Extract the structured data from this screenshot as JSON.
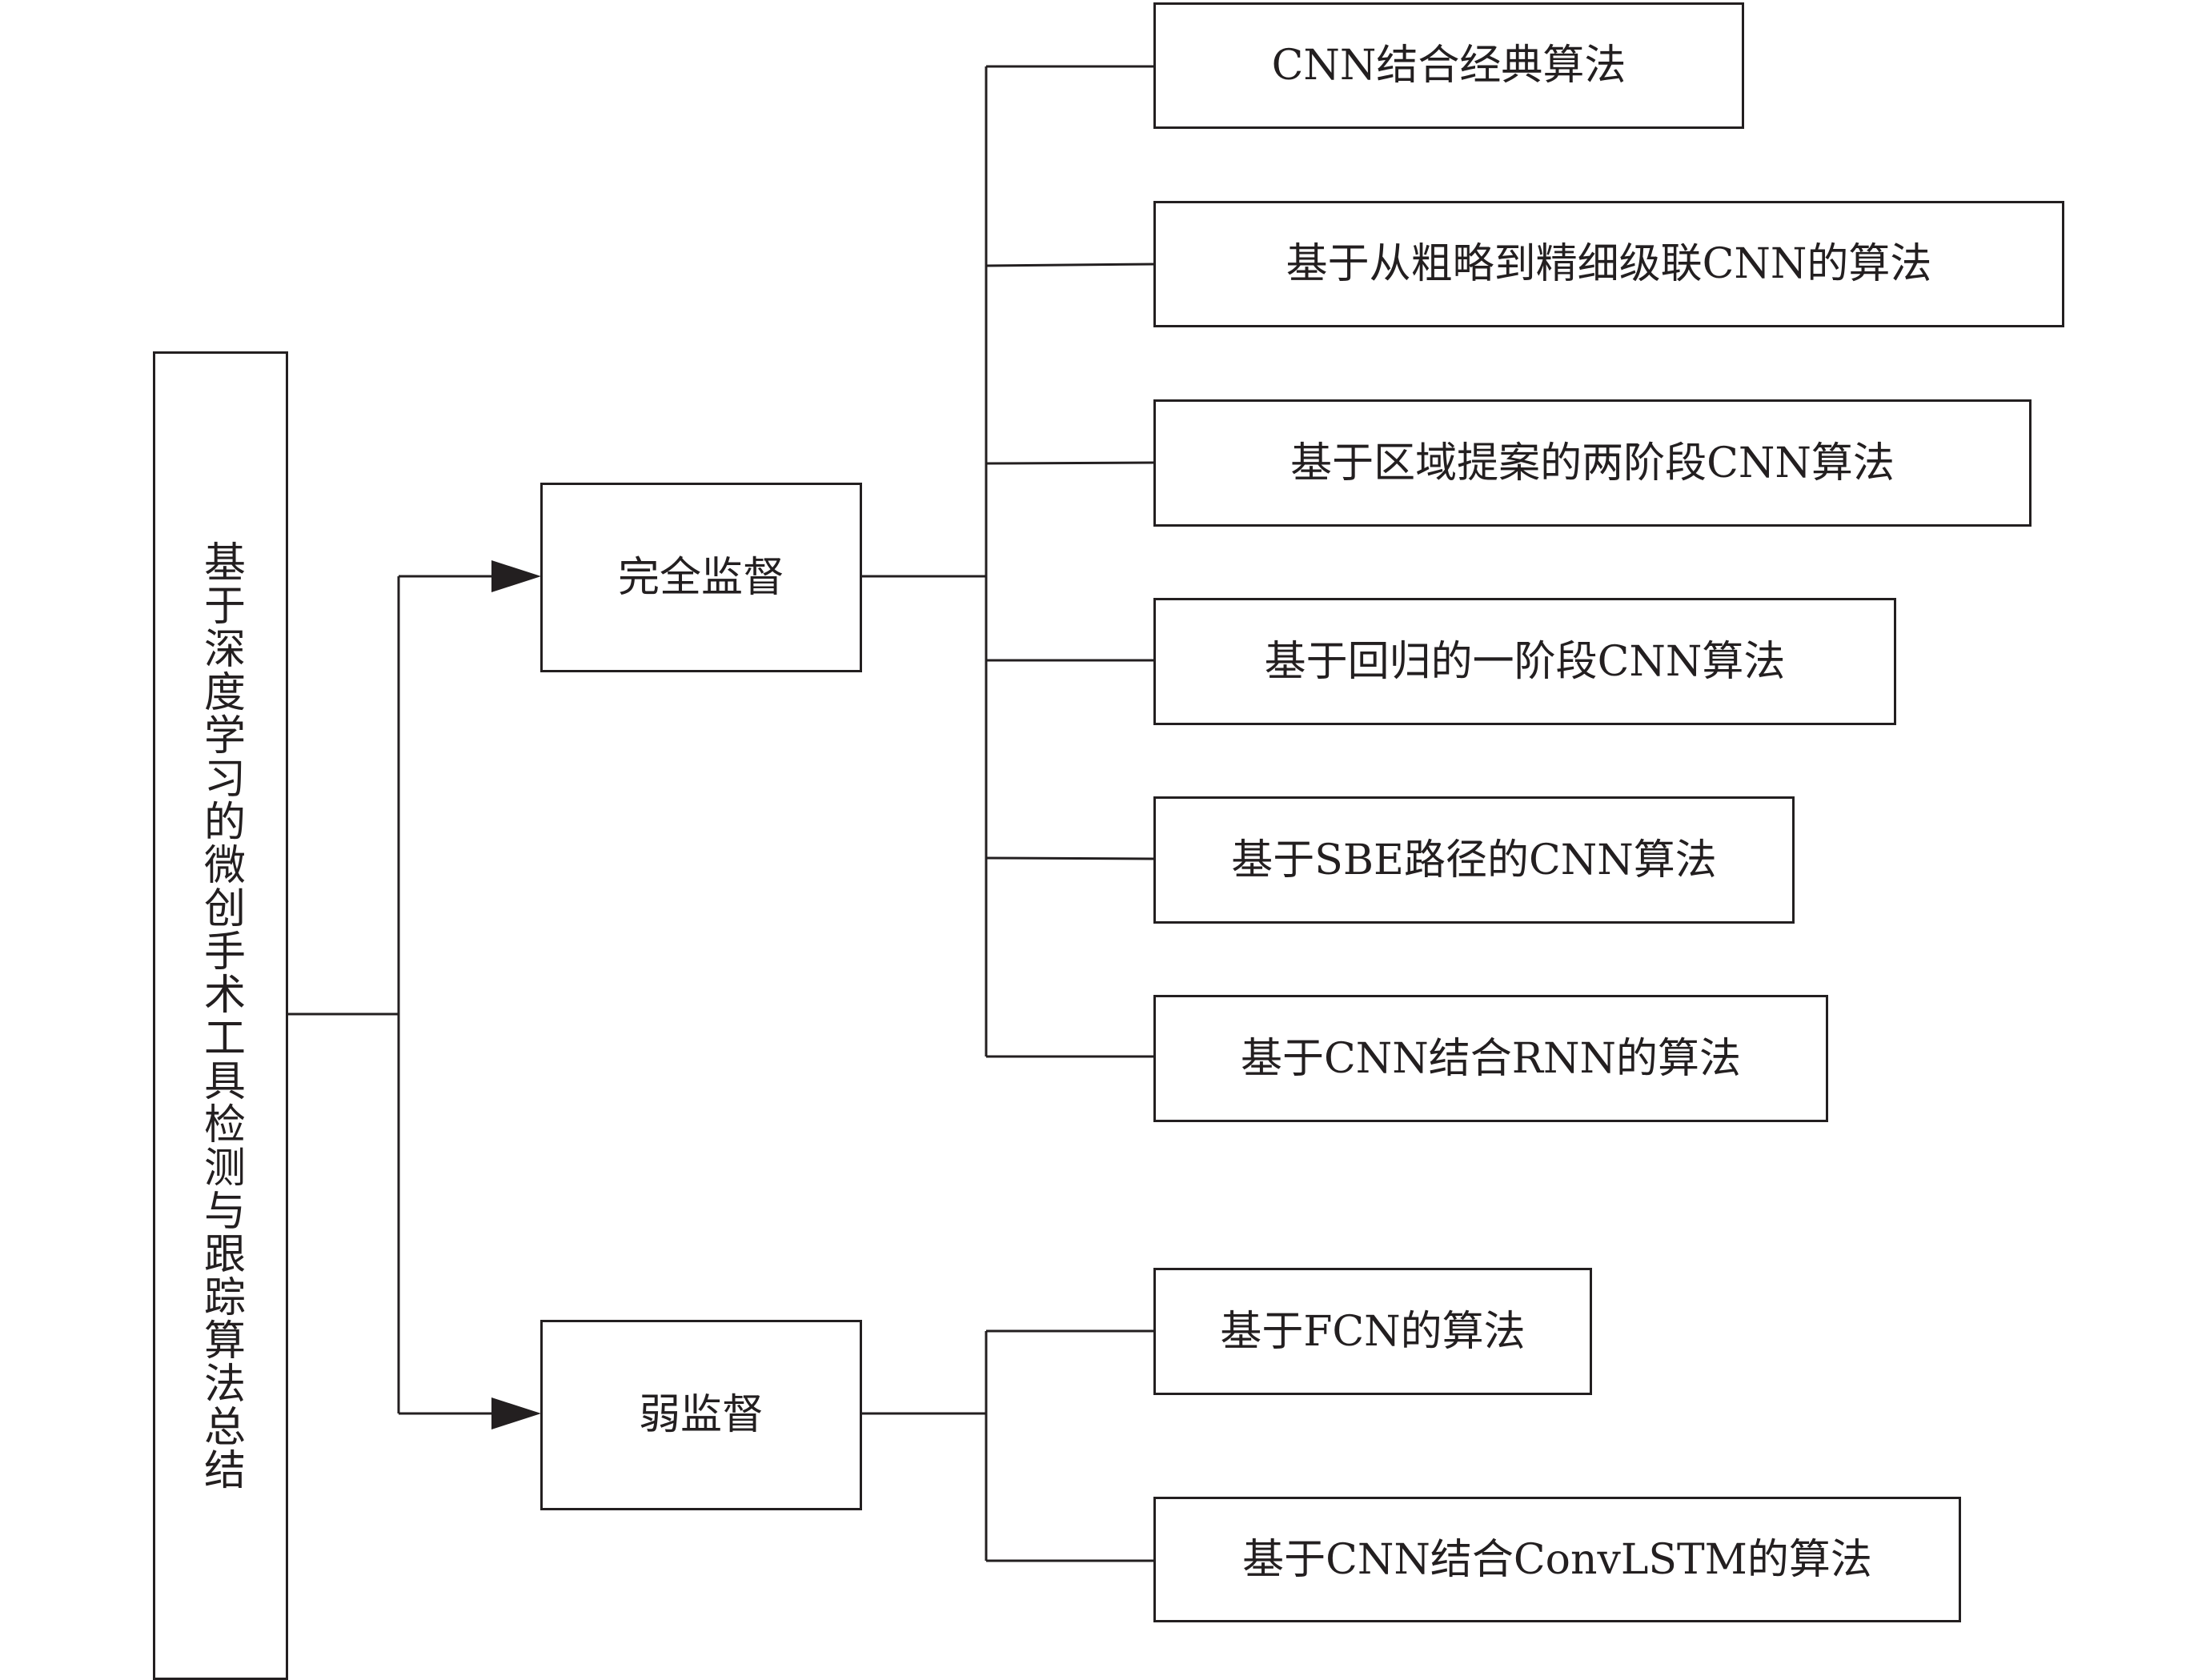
{
  "diagram": {
    "root": {
      "label": "基于深度学习的微创手术工具检测与跟踪算法总结"
    },
    "branches": [
      {
        "label": "完全监督",
        "children": [
          "CNN结合经典算法",
          "基于从粗略到精细级联CNN的算法",
          "基于区域提案的两阶段CNN算法",
          "基于回归的一阶段CNN算法",
          "基于SBE路径的CNN算法",
          "基于CNN结合RNN的算法"
        ]
      },
      {
        "label": "弱监督",
        "children": [
          "基于FCN的算法",
          "基于CNN结合ConvLSTM的算法"
        ]
      }
    ]
  }
}
